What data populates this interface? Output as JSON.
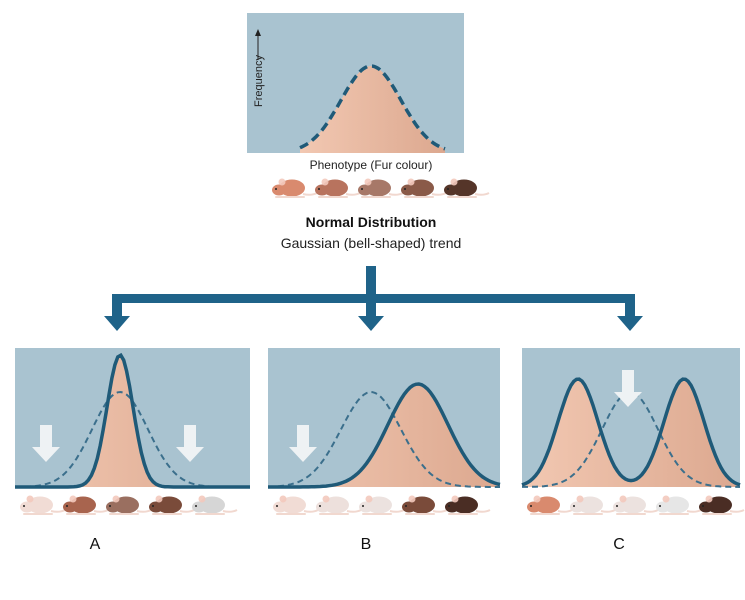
{
  "top": {
    "y_axis_label": "Frequency",
    "x_axis_label": "Phenotype (Fur colour)",
    "title": "Normal Distribution",
    "subtitle": "Gaussian (bell-shaped) trend",
    "mice_colors": [
      "#d98a6e",
      "#b8735e",
      "#a77868",
      "#8a5a48",
      "#553529"
    ]
  },
  "panels": [
    {
      "label": "A",
      "mice_colors": [
        "#f1dcd5",
        "#a8644e",
        "#9a6f60",
        "#7a4b3a",
        "#d6d6d6"
      ]
    },
    {
      "label": "B",
      "mice_colors": [
        "#f1dcd5",
        "#ede0dc",
        "#ece2df",
        "#7a4b3a",
        "#4a2d24"
      ]
    },
    {
      "label": "C",
      "mice_colors": [
        "#d98a6e",
        "#ece2df",
        "#ece2df",
        "#e6e6e6",
        "#4a2d24"
      ]
    }
  ],
  "colors": {
    "panel_bg": "#a9c3d0",
    "curve": "#1f5a78",
    "fill": "#eab89f",
    "arrow": "#1f6389"
  }
}
